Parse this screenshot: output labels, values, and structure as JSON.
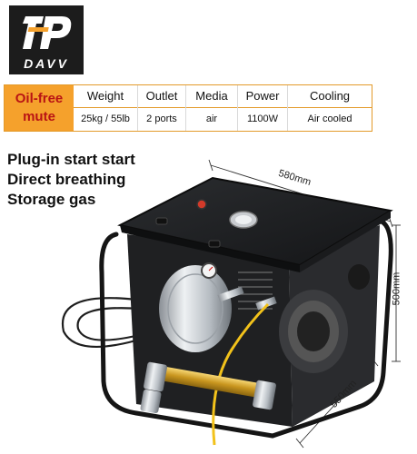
{
  "brand": {
    "name": "DAVV",
    "logo_icon": "tp-logo-mark"
  },
  "spec_table": {
    "badge": [
      "Oil-free",
      "mute"
    ],
    "columns": [
      {
        "header": "Weight",
        "value": "25kg / 55lb"
      },
      {
        "header": "Outlet",
        "value": "2 ports"
      },
      {
        "header": "Media",
        "value": "air"
      },
      {
        "header": "Power",
        "value": "1100W"
      },
      {
        "header": "Cooling",
        "value": "Air cooled"
      }
    ],
    "accent_color": "#f5a12c",
    "badge_text_color": "#b91414"
  },
  "features": [
    "Plug-in start start",
    "Direct breathing",
    "Storage gas"
  ],
  "dimensions": {
    "width": "580mm",
    "height": "500mm",
    "depth": "550mm"
  }
}
